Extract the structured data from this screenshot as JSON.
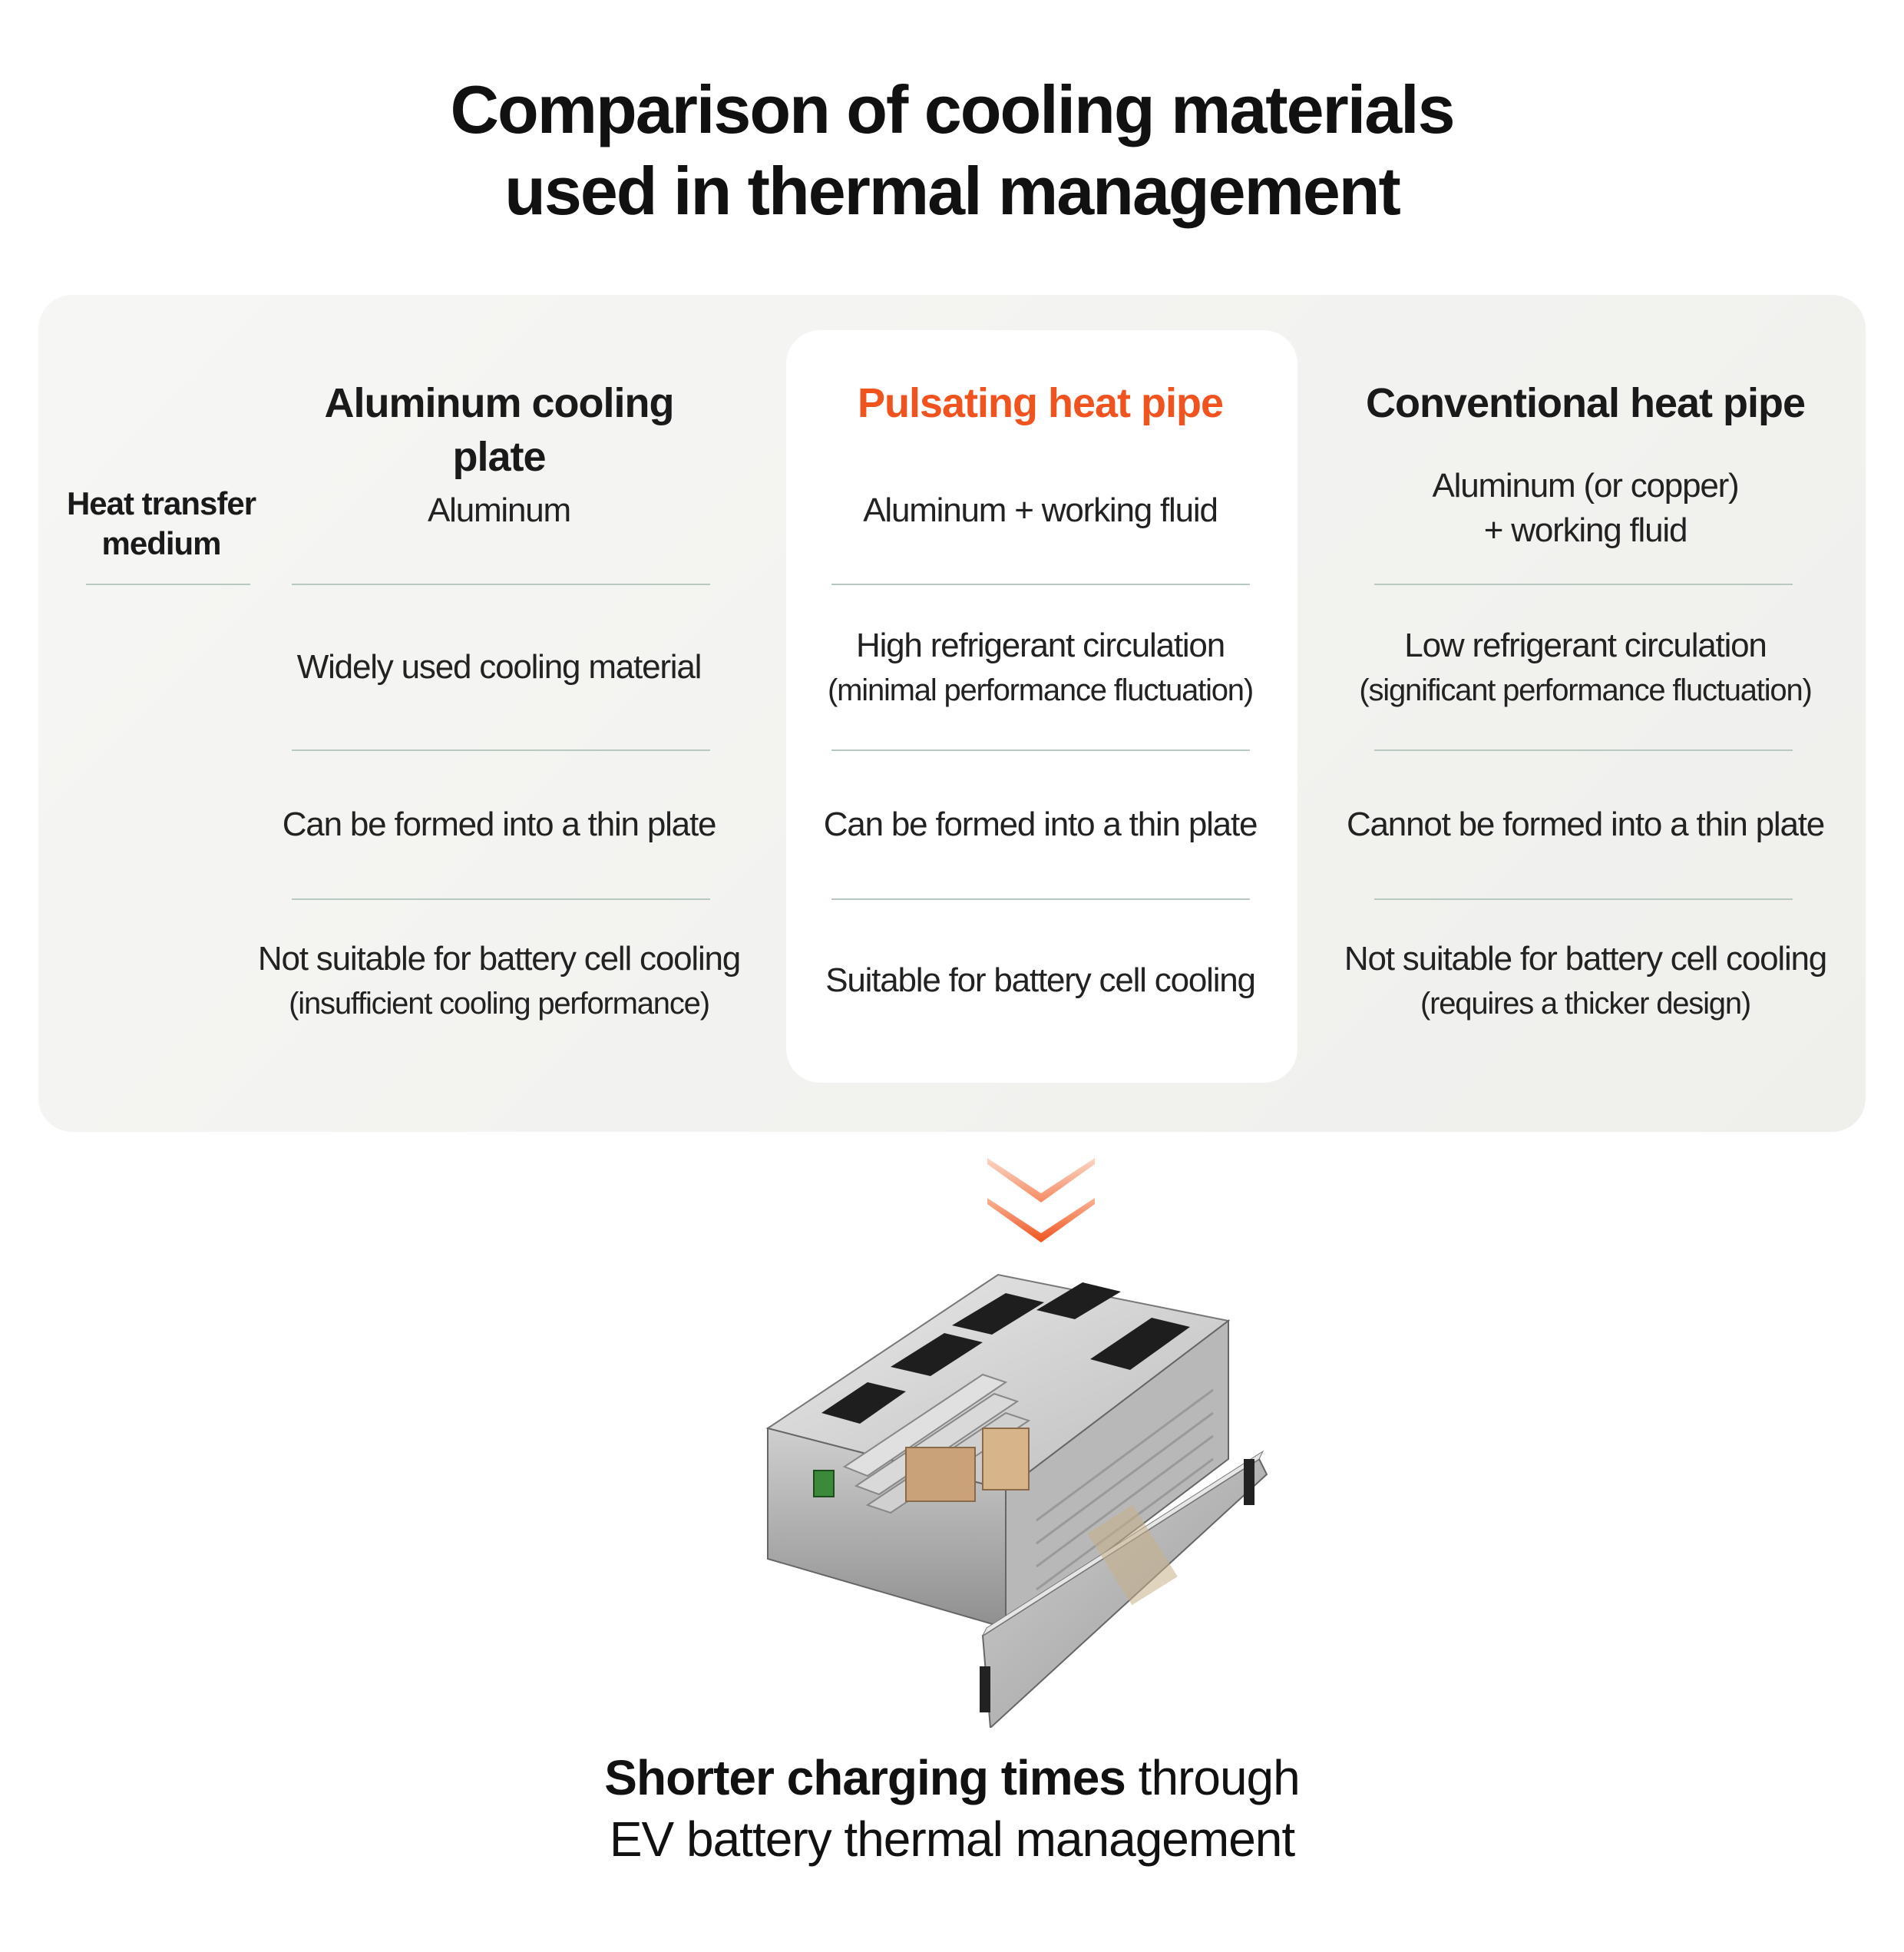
{
  "title": {
    "line1": "Comparison of cooling materials",
    "line2": "used in thermal management"
  },
  "columns": [
    {
      "heading": "Aluminum cooling plate"
    },
    {
      "heading": "Pulsating heat pipe",
      "accent": "#f0531e"
    },
    {
      "heading": "Conventional heat pipe"
    }
  ],
  "row_label": {
    "line1": "Heat transfer",
    "line2": "medium"
  },
  "rows": [
    {
      "c1": {
        "main": "Aluminum"
      },
      "c2": {
        "main": "Aluminum + working fluid"
      },
      "c3": {
        "main": "Aluminum (or copper)",
        "sub": "+ working fluid"
      }
    },
    {
      "c1": {
        "main": "Widely used cooling material"
      },
      "c2": {
        "main": "High refrigerant circulation",
        "sub": "(minimal performance fluctuation)"
      },
      "c3": {
        "main": "Low refrigerant circulation",
        "sub": "(significant performance fluctuation)"
      }
    },
    {
      "c1": {
        "main": "Can be formed into a thin plate"
      },
      "c2": {
        "main": "Can be formed into a thin plate"
      },
      "c3": {
        "main": "Cannot be formed into a thin plate"
      }
    },
    {
      "c1": {
        "main": "Not suitable for battery cell cooling",
        "sub": "(insufficient cooling performance)"
      },
      "c2": {
        "main": "Suitable for battery cell cooling"
      },
      "c3": {
        "main": "Not suitable for battery cell cooling",
        "sub": "(requires a thicker design)"
      }
    }
  ],
  "arrow_color": "#f0531e",
  "image_icon": "battery-module-image",
  "conclusion": {
    "bold": "Shorter charging times",
    "rest": " through",
    "line2": "EV battery thermal management"
  }
}
